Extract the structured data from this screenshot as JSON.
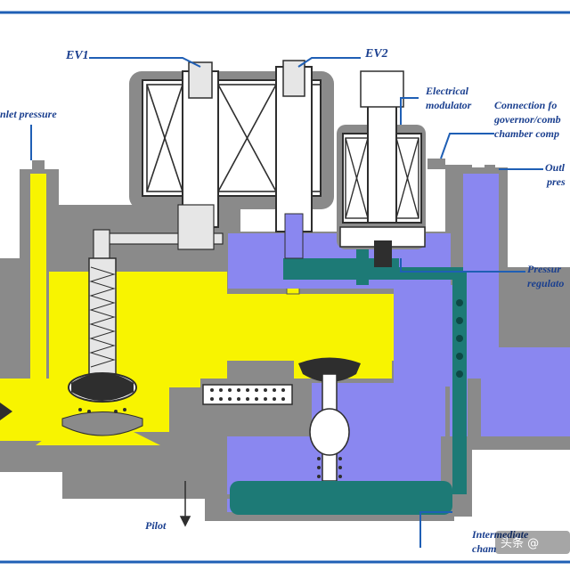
{
  "labels": {
    "ev1": "EV1",
    "ev2": "EV2",
    "inlet_pressure": "nlet pressure",
    "electrical_modulator_line1": "Electrical",
    "electrical_modulator_line2": "modulator",
    "connection_line1": "Connection fo",
    "connection_line2": "governor/comb",
    "connection_line3": "chamber comp",
    "outlet_line1": "Outl",
    "outlet_line2": "pres",
    "pressure_regulator_line1": "Pressur",
    "pressure_regulator_line2": "regulato",
    "pilot": "Pilot",
    "intermediate_line1": "Intermediate",
    "intermediate_line2": "cham"
  },
  "watermark": "头条 @",
  "colors": {
    "frame_blue": "#1f5fb5",
    "body_gray": "#8a8a8a",
    "inlet_yellow": "#f8f400",
    "outlet_violet": "#8a87f0",
    "regulator_teal": "#1d7a76",
    "label_blue": "#1a3f8f",
    "coil_dark": "#2e2e2e"
  },
  "icons": [
    "coil-cross-icon",
    "spring-icon",
    "inlet-arrow-icon",
    "pilot-arrow-icon"
  ]
}
